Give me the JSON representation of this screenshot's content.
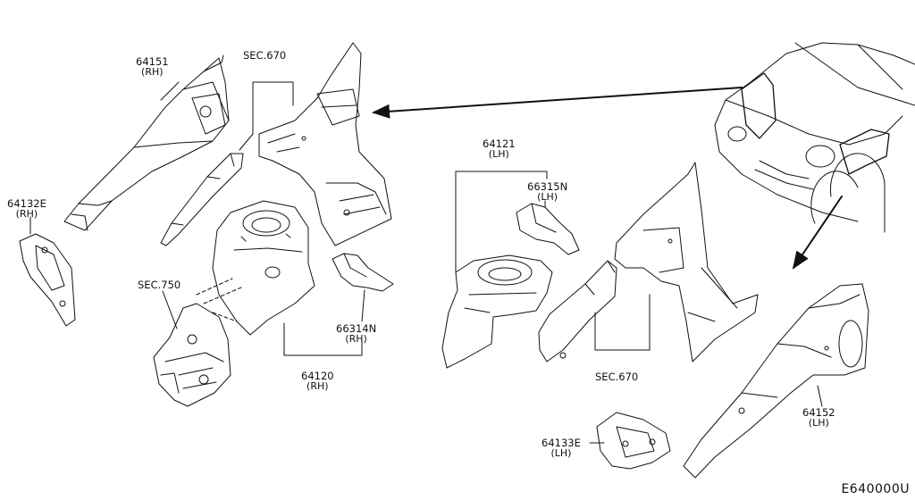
{
  "diagram": {
    "code": "E640000U",
    "labels": {
      "p64151": {
        "num": "64151",
        "side": "(RH)"
      },
      "sec670_top": {
        "num": "SEC.670"
      },
      "p64132e": {
        "num": "64132E",
        "side": "(RH)"
      },
      "sec750": {
        "num": "SEC.750"
      },
      "p66314n": {
        "num": "66314N",
        "side": "(RH)"
      },
      "p64120": {
        "num": "64120",
        "side": "(RH)"
      },
      "p64121": {
        "num": "64121",
        "side": "(LH)"
      },
      "p66315n": {
        "num": "66315N",
        "side": "(LH)"
      },
      "sec670_bottom": {
        "num": "SEC.670"
      },
      "p64152": {
        "num": "64152",
        "side": "(LH)"
      },
      "p64133e": {
        "num": "64133E",
        "side": "(LH)"
      }
    }
  }
}
